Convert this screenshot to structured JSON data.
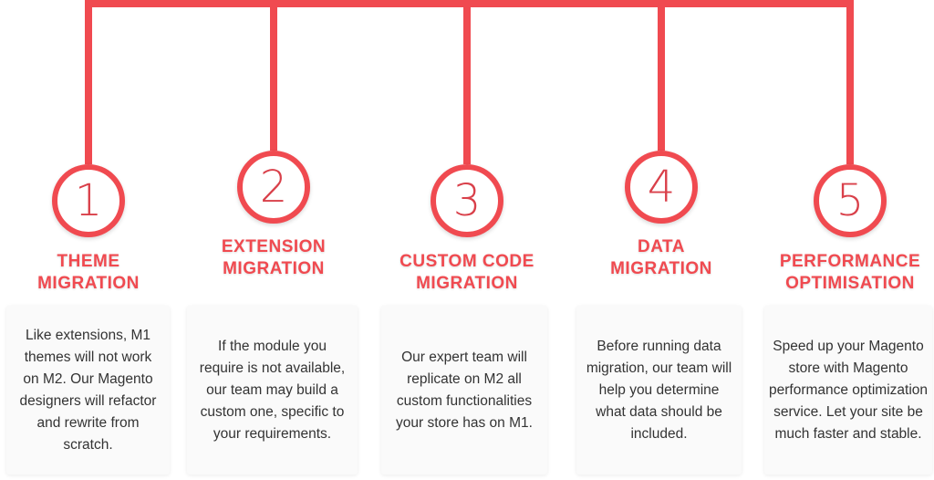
{
  "accent": "#f04a50",
  "steps": [
    {
      "number": "1",
      "title1": "THEME",
      "title2": "MIGRATION",
      "text": "Like extensions, M1 themes will not work on M2. Our Magento designers will refactor and rewrite from scratch."
    },
    {
      "number": "2",
      "title1": "EXTENSION",
      "title2": "MIGRATION",
      "text": "If the module you require is not available, our team may build a custom one, specific to your requirements."
    },
    {
      "number": "3",
      "title1": "CUSTOM CODE",
      "title2": "MIGRATION",
      "text": "Our expert team will replicate on M2 all custom functionalities your store has on M1."
    },
    {
      "number": "4",
      "title1": "DATA",
      "title2": "MIGRATION",
      "text": "Before running data migration, our team will help you determine what data should be included."
    },
    {
      "number": "5",
      "title1": "PERFORMANCE",
      "title2": "OPTIMISATION",
      "text": "Speed up your Magento store with Magento performance optimization service. Let your site be much faster and stable."
    }
  ]
}
